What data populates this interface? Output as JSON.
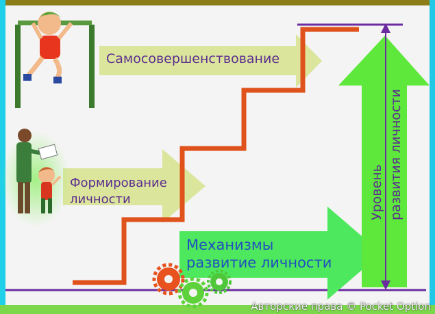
{
  "diagram": {
    "stages": [
      {
        "label": "Самосовершенствование"
      },
      {
        "label_line1": "Формирование",
        "label_line2": "личности"
      },
      {
        "label_line1": "Механизмы",
        "label_line2": "развитие личности"
      }
    ],
    "axis": {
      "line1": "Уровень",
      "line2": "развития личности"
    }
  },
  "watermark": "Авторские права © Pocket Option",
  "colors": {
    "background": "#f4f4f4",
    "top_bar": "#8c7d18",
    "left_bar": "#1fd0e8",
    "right_bar": "#22c9e6",
    "bottom_bar": "#7cd84a",
    "stairs": "#e0521c",
    "level_arrow": "#5ee83c",
    "stage_arrow": "#d6e28c",
    "big_arrow": "#4ee85e",
    "text_purple": "#5b2d8e",
    "text_blue": "#1f4fbf",
    "axis_line": "#6a2ca0"
  }
}
